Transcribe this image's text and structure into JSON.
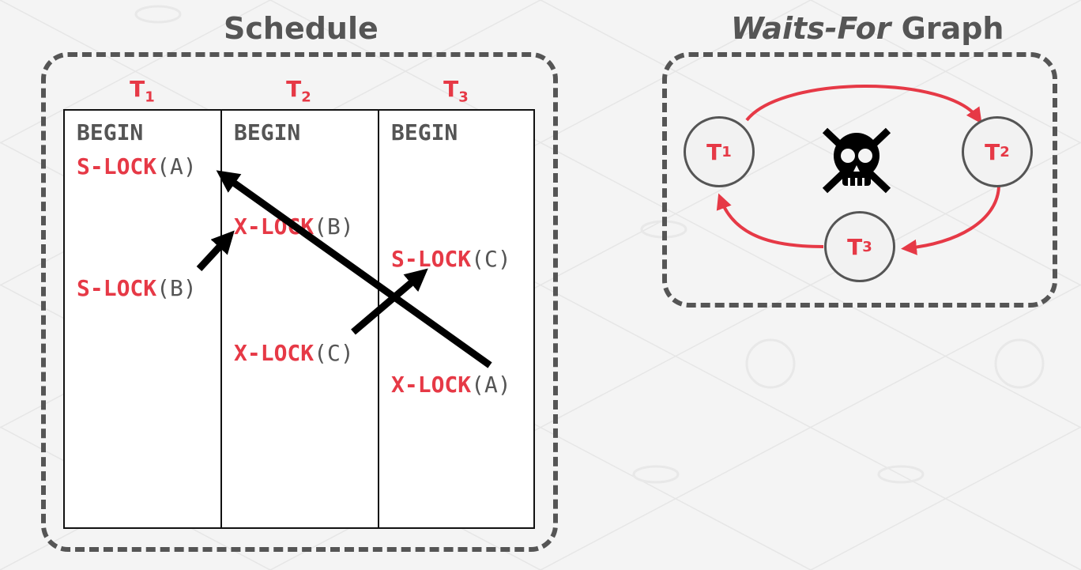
{
  "titles": {
    "schedule": "Schedule",
    "wfg_italic": "Waits-For",
    "wfg_rest": "Graph"
  },
  "columns": [
    {
      "label": "T",
      "sub": "1"
    },
    {
      "label": "T",
      "sub": "2"
    },
    {
      "label": "T",
      "sub": "3"
    }
  ],
  "schedule": {
    "t1": {
      "begin": "BEGIN",
      "op1_kw": "S-LOCK",
      "op1_arg": "(A)",
      "op2_kw": "S-LOCK",
      "op2_arg": "(B)"
    },
    "t2": {
      "begin": "BEGIN",
      "op1_kw": "X-LOCK",
      "op1_arg": "(B)",
      "op2_kw": "X-LOCK",
      "op2_arg": "(C)"
    },
    "t3": {
      "begin": "BEGIN",
      "op1_kw": "S-LOCK",
      "op1_arg": "(C)",
      "op2_kw": "X-LOCK",
      "op2_arg": "(A)"
    }
  },
  "graph": {
    "nodes": [
      {
        "id": "T1",
        "label": "T",
        "sub": "1"
      },
      {
        "id": "T2",
        "label": "T",
        "sub": "2"
      },
      {
        "id": "T3",
        "label": "T",
        "sub": "3"
      }
    ],
    "edges": [
      {
        "from": "T1",
        "to": "T2"
      },
      {
        "from": "T2",
        "to": "T3"
      },
      {
        "from": "T3",
        "to": "T1"
      }
    ],
    "center_icon": "skull-crossbones-icon"
  },
  "colors": {
    "accent_red": "#e63946",
    "text_gray": "#555555",
    "arrow_black": "#000000",
    "background": "#f4f4f4"
  }
}
